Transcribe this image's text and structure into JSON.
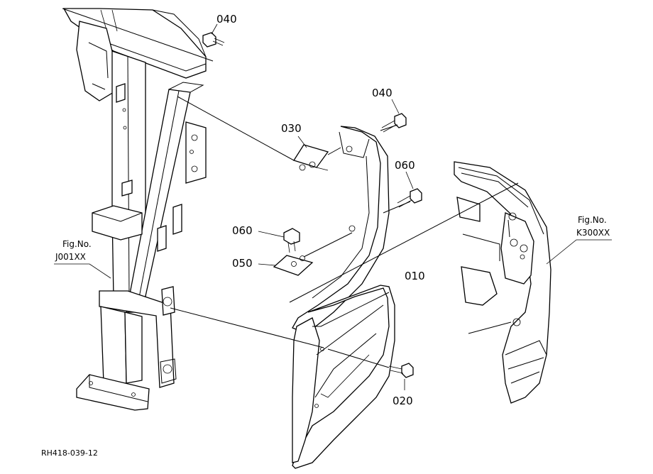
{
  "callouts": {
    "c040_top": "040",
    "c040_right": "040",
    "c030": "030",
    "c060_right": "060",
    "c060_left": "060",
    "c050": "050",
    "c010": "010",
    "c020": "020"
  },
  "fig_refs": {
    "left_fig": "Fig.No.",
    "left_code": "J001XX",
    "right_fig": "Fig.No.",
    "right_code": "K300XX"
  },
  "drawing_code": "RH418-039-12"
}
